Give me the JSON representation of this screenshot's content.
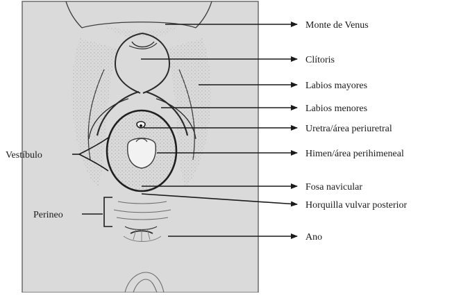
{
  "labels": {
    "monte_venus": "Monte de Venus",
    "clitoris": "Clítoris",
    "labios_mayores": "Labios mayores",
    "labios_menores": "Labios menores",
    "uretra": "Uretra/área periuretral",
    "himen": "Himen/área perihimeneal",
    "fosa_navicular": "Fosa navicular",
    "horquilla": "Horquilla vulvar posterior",
    "ano": "Ano",
    "vestibulo": "Vestíbulo",
    "perineo": "Perineo"
  },
  "colors": {
    "panel": "#dadada",
    "panel_border": "#6a6a6a",
    "ink": "#1a1a1a",
    "stipple": "#9a9a9a"
  }
}
